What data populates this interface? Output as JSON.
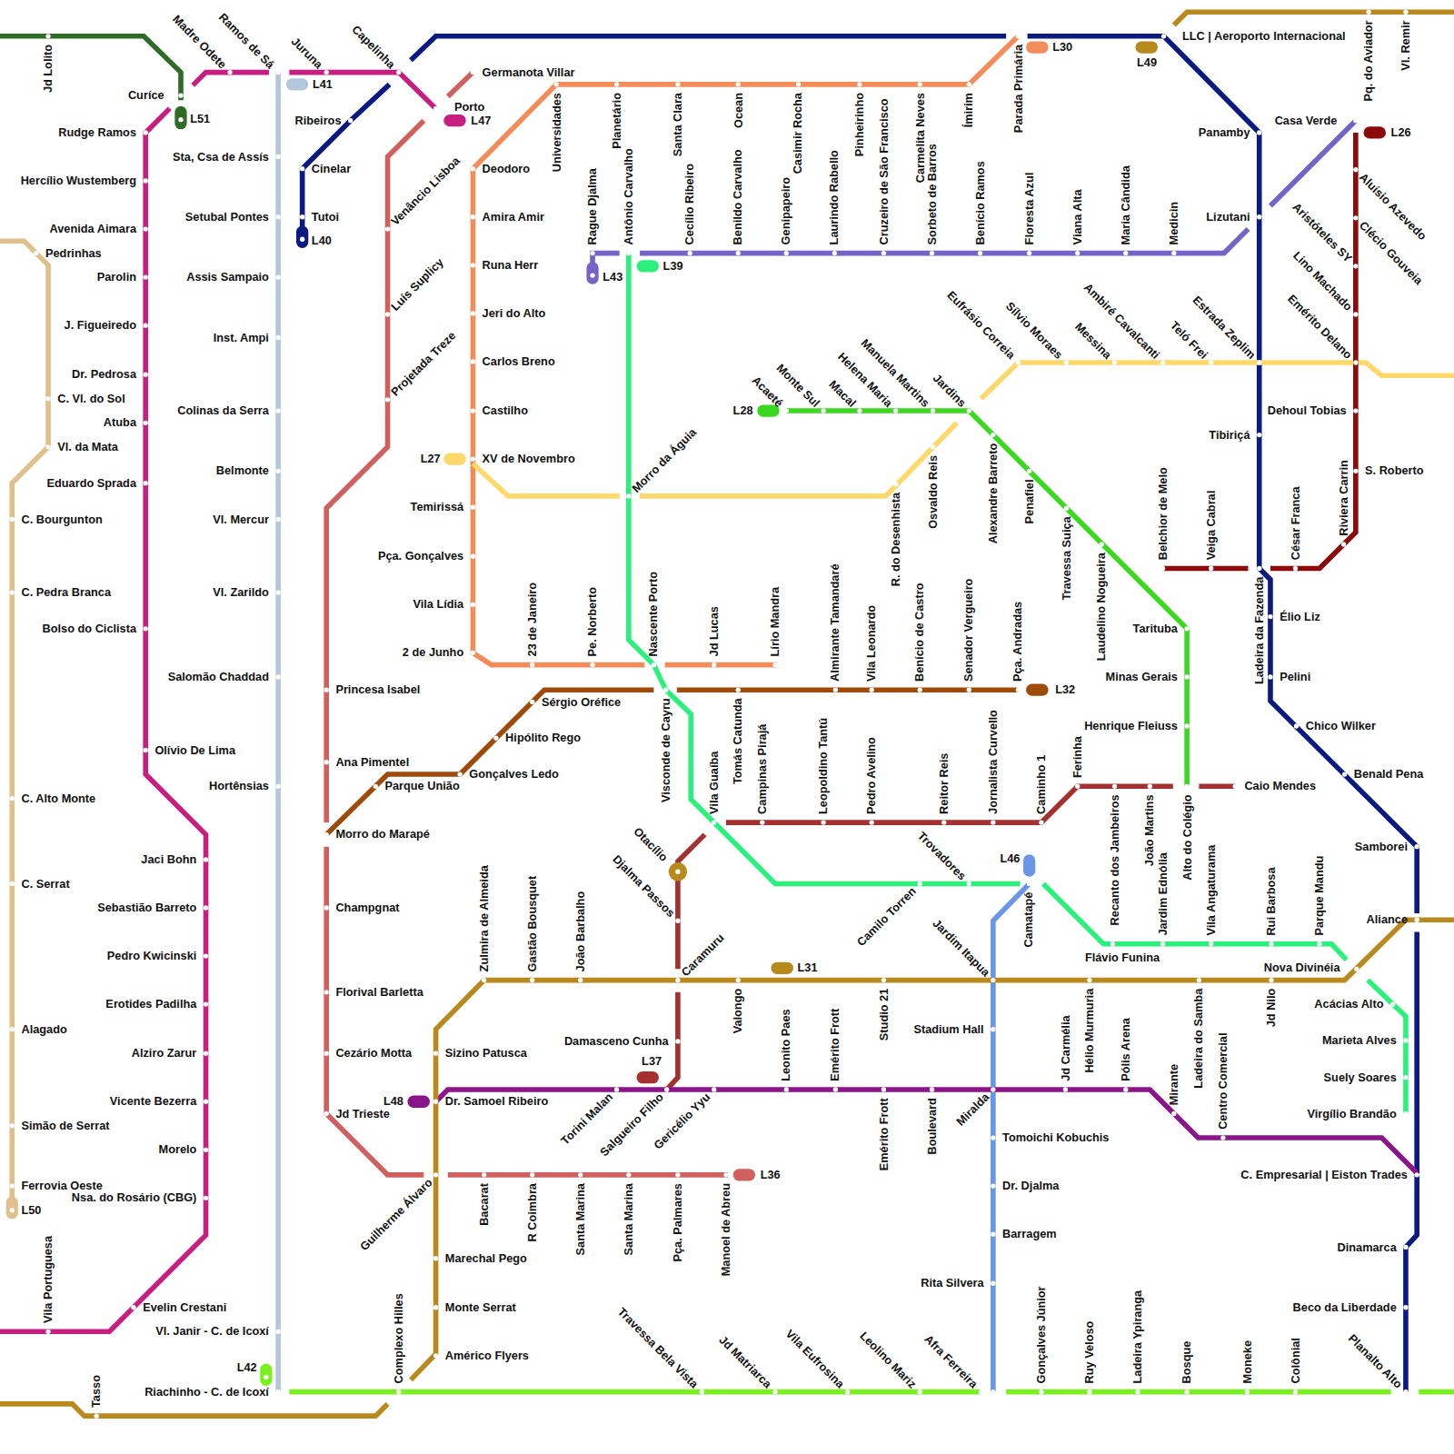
{
  "diagram": {
    "labels": [
      "Pedrinhas",
      "C. Vl. do Sol",
      "Vl. da Mata",
      "C. Bourgunton",
      "C. Pedra Branca",
      "C. Alto Monte",
      "C. Serrat",
      "Alagado",
      "Simão de Serrat",
      "Ferrovia Oeste",
      "L50",
      "Jd Lolito",
      "Curíce",
      "L51",
      "Madre Odete",
      "Ramos de Sá",
      "Juruna",
      "Capelinha",
      "Porto",
      "L47",
      "Rudge Ramos",
      "Hercílio Wustemberg",
      "Avenida Aimara",
      "Parolin",
      "J. Figueiredo",
      "Dr. Pedrosa",
      "Atuba",
      "Eduardo Sprada",
      "Bolso do Ciclista",
      "Olívio De Lima",
      "Jaci Bohn",
      "Sebastião Barreto",
      "Pedro Kwicinski",
      "Erotides Padilha",
      "Alziro Zarur",
      "Vicente Bezerra",
      "Morelo",
      "Nsa. do Rosário (CBG)",
      "Evelin Crestani",
      "Vila Portuguesa",
      "Sta, Csa de Assís",
      "Setubal Pontes",
      "Assis Sampaio",
      "Inst. Ampi",
      "Colinas da Serra",
      "Belmonte",
      "Vl. Mercur",
      "Vl. Zarildo",
      "Salomão Chaddad",
      "Hortênsias",
      "Vl. Janir - C. de Icoxí",
      "Riachinho - C. de Icoxí",
      "L41",
      "Ribeiros",
      "Cinelar",
      "Tutoi",
      "L40",
      "Germanota Villar",
      "Venâncio Lisboa",
      "Luís Suplicy",
      "Projetada Treze",
      "Princesa Isabel",
      "Ana Pimentel",
      "Champgnat",
      "Florival Barletta",
      "Cezário Motta",
      "Jd Trieste",
      "Bacarat",
      "R Coimbra",
      "Santa Marina",
      "Santa Marina",
      "Pça. Palmares",
      "Manoel de Abreu",
      "L36",
      "Parada Primária",
      "L30",
      "Universidades",
      "Planetário",
      "Santa Clara",
      "Ocean",
      "Casimir Rocha",
      "Pinheirinho",
      "Carmelita Neves",
      "Ímirim",
      "Deodoro",
      "Amira Amir",
      "Runa Herr",
      "Jeri do Alto",
      "Carlos Breno",
      "Castilho",
      "XV de Novembro",
      "Temirissá",
      "Pça. Gonçalves",
      "Vila Lídia",
      "2 de Junho",
      "23 de Janeiro",
      "Pe. Norberto",
      "Nascente Porto",
      "Jd Lucas",
      "Lírio Mandra",
      "Rague Djalma",
      "L43",
      "Antônio Carvalho",
      "L39",
      "Cecílio Ribeiro",
      "Benildo Carvalho",
      "Genipapeiro",
      "Laurindo Rabello",
      "Cruzeiro de São Francisco",
      "Sorbeto de Barros",
      "Benício Ramos",
      "Floresta Azul",
      "Viana Alta",
      "Maria Cândida",
      "Medicin",
      "Casa Verde",
      "LLC | Aeroporto Internacional",
      "Panamby",
      "Lizutani",
      "Tibiriçá",
      "Ladeira da Fazenda",
      "Élio Liz",
      "Pelini",
      "Chico Wilker",
      "Benald Pena",
      "Samborei",
      "Aliance",
      "C. Empresarial | Eiston Trades",
      "Dinamarca",
      "Beco da Liberdade",
      "Planalto Alto",
      "Pq. do Aviador",
      "Vl. Remir",
      "L49",
      "L26",
      "Aluísio Azevedo",
      "Clécio Gouveia",
      "Aristóteles SY",
      "Lino Machado",
      "Emérito Delano",
      "Dehoul Tobias",
      "S. Roberto",
      "Riviera Carrin",
      "César Franca",
      "Veiga Cabral",
      "Belchior de Melo",
      "L27",
      "R. do Desenhista",
      "Osvaldo Reis",
      "Morro da Águia",
      "Eufrásio Correia",
      "Sílvio Moraes",
      "Messina",
      "Ambiré Cavalcanti",
      "Teló Frei",
      "Estrada Zeplim",
      "L28",
      "Acaeté",
      "Monte Sul",
      "Macal",
      "Helena Maria",
      "Manuela Martins",
      "Jardins",
      "Alexandre Barreto",
      "Penafiel",
      "Travessa Suiça",
      "Laudelino Nogueira",
      "Tarituba",
      "Minas Gerais",
      "Henrique Fleiuss",
      "Sérgio Oréfice",
      "Hipólito Rego",
      "Gonçalves Ledo",
      "Parque União",
      "Morro do Marapé",
      "Visconde de Cayru",
      "Tomás Catunda",
      "Almirante Tamandaré",
      "Vila Leonardo",
      "Benício de Castro",
      "Senador Vergueiro",
      "Pça. Andradas",
      "L32",
      "Vila Guaíba",
      "Campinas Pirajá",
      "Leopoldino Tantú",
      "Pedro Avelino",
      "Reitor Reis",
      "Jornalista Curvello",
      "Caminho 1",
      "Ferinha",
      "Recanto dos Jambeiros",
      "João Martins",
      "Alto do Colégio",
      "Caio Mendes",
      "Otacílio",
      "Djalma Passos",
      "Damasceno Cunha",
      "L37",
      "Trovadores",
      "Camilo Torren",
      "Camatapé",
      "L46",
      "Flávio Funina",
      "Jardim Ednólia",
      "Vila Angaturama",
      "Rui Barbosa",
      "Parque Mandu",
      "Acácias Alto",
      "Marieta Alves",
      "Suely Soares",
      "Virgílio Brandão",
      "Jardim Itapua",
      "Stadium Hall",
      "Miralda",
      "Tomoichi Kobuchis",
      "Dr. Djalma",
      "Barragem",
      "Rita Silvera",
      "Nova Divinéia",
      "Zulmira de Almeida",
      "Gastão Bousquet",
      "João Barbalho",
      "Caramuru",
      "L31",
      "Valongo",
      "Studio 21",
      "Hélio Murmuria",
      "Ladeira do Samba",
      "Jd Nilo",
      "Sizino Patusca",
      "Dr. Samoel Ribeiro",
      "L48",
      "Guilherme Álvaro",
      "Marechal Pego",
      "Monte Serrat",
      "Américo Flyers",
      "Complexo Hilles",
      "Tasso",
      "Torini Malan",
      "Salgueiro Filho",
      "Gericélio Yyu",
      "Leonito Paes",
      "Emérito Frott",
      "Emérito Frott",
      "Boulevard",
      "Jd Carmélia",
      "Pólis Arena",
      "Mirante",
      "Centro Comercial",
      "L42",
      "Travessa Bela Vista",
      "Jd Matriarca",
      "Vila Eufrosina",
      "Leolino Mariz",
      "Afra Ferreira",
      "Gonçalves Júnior",
      "Ruy Veloso",
      "Ladeira Ypiranga",
      "Bosque",
      "Moneke",
      "Colônial"
    ]
  }
}
